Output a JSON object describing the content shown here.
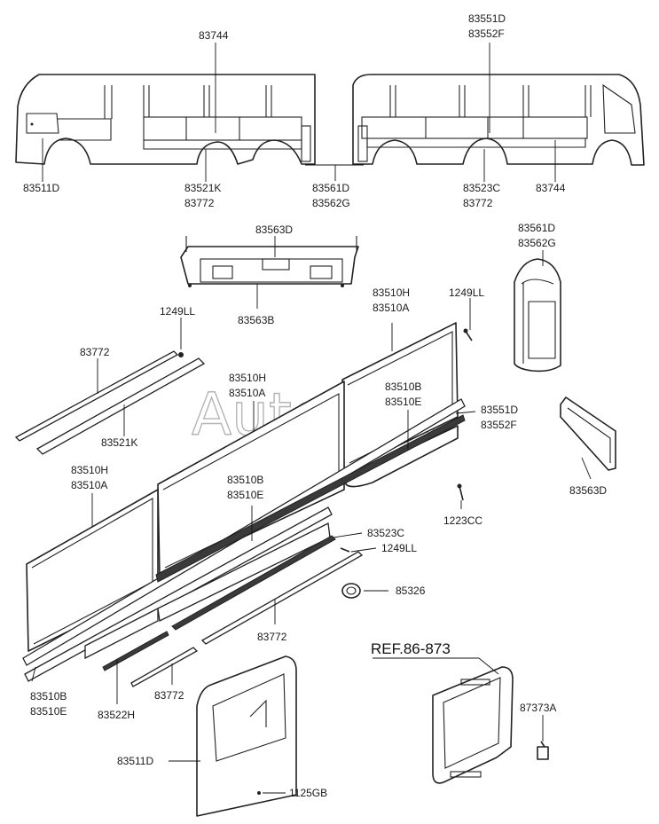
{
  "watermark": "AutoSoft",
  "reference": "REF.86-873",
  "labels": {
    "top_83744_left": "83744",
    "top_83551d": "83551D",
    "top_83552f": "83552F",
    "top_83511d": "83511D",
    "top_83521k": "83521K",
    "top_83772_left": "83772",
    "top_83561d": "83561D",
    "top_83562g": "83562G",
    "top_83523c": "83523C",
    "top_83772_right": "83772",
    "top_83744_right": "83744",
    "mid_83563d_top": "83563D",
    "mid_83563b": "83563B",
    "mid_83561d": "83561D",
    "mid_83562g": "83562G",
    "mid_1249ll_a": "1249LL",
    "mid_1249ll_b": "1249LL",
    "mid_83772": "83772",
    "mid_83521k": "83521K",
    "p_83510h_1": "83510H",
    "p_83510a_1": "83510A",
    "p_83510h_2": "83510H",
    "p_83510a_2": "83510A",
    "p_83510b_1": "83510B",
    "p_83510e_1": "83510E",
    "p_83551d": "83551D",
    "p_83552f": "83552F",
    "p_83563d": "83563D",
    "p_83510h_3": "83510H",
    "p_83510a_3": "83510A",
    "p_83510b_2": "83510B",
    "p_83510e_2": "83510E",
    "p_1223cc": "1223CC",
    "p_83523c": "83523C",
    "p_1249ll_c": "1249LL",
    "p_85326": "85326",
    "p_83772_a": "83772",
    "p_83510b_3": "83510B",
    "p_83510e_3": "83510E",
    "p_83522h": "83522H",
    "p_83772_b": "83772",
    "p_87373a": "87373A",
    "p_83511d": "83511D",
    "p_1125gb": "1125GB"
  }
}
